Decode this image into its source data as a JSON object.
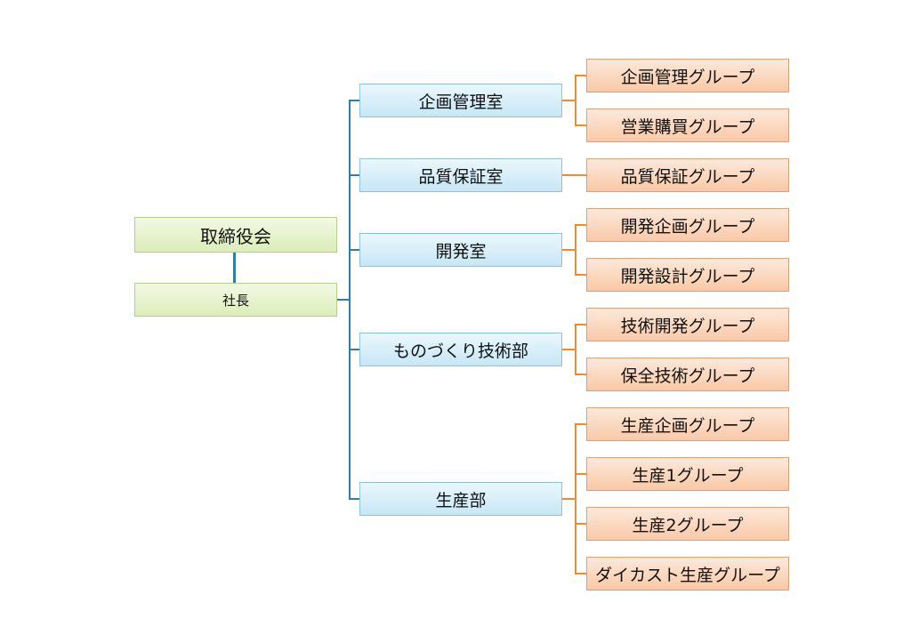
{
  "colors": {
    "top_fill": "#dcedb9",
    "mid_fill": "#c7e7f6",
    "leaf_fill": "#f9c9a6",
    "trunk_line": "#2f7fa8",
    "branch_line": "#ef8a2f"
  },
  "top": {
    "board": "取締役会",
    "president": "社長"
  },
  "departments": [
    {
      "name": "企画管理室",
      "groups": [
        "企画管理グループ",
        "営業購買グループ"
      ]
    },
    {
      "name": "品質保証室",
      "groups": [
        "品質保証グループ"
      ]
    },
    {
      "name": "開発室",
      "groups": [
        "開発企画グループ",
        "開発設計グループ"
      ]
    },
    {
      "name": "ものづくり技術部",
      "groups": [
        "技術開発グループ",
        "保全技術グループ"
      ]
    },
    {
      "name": "生産部",
      "groups": [
        "生産企画グループ",
        "生産1グループ",
        "生産2グループ",
        "ダイカスト生産グループ"
      ]
    }
  ]
}
